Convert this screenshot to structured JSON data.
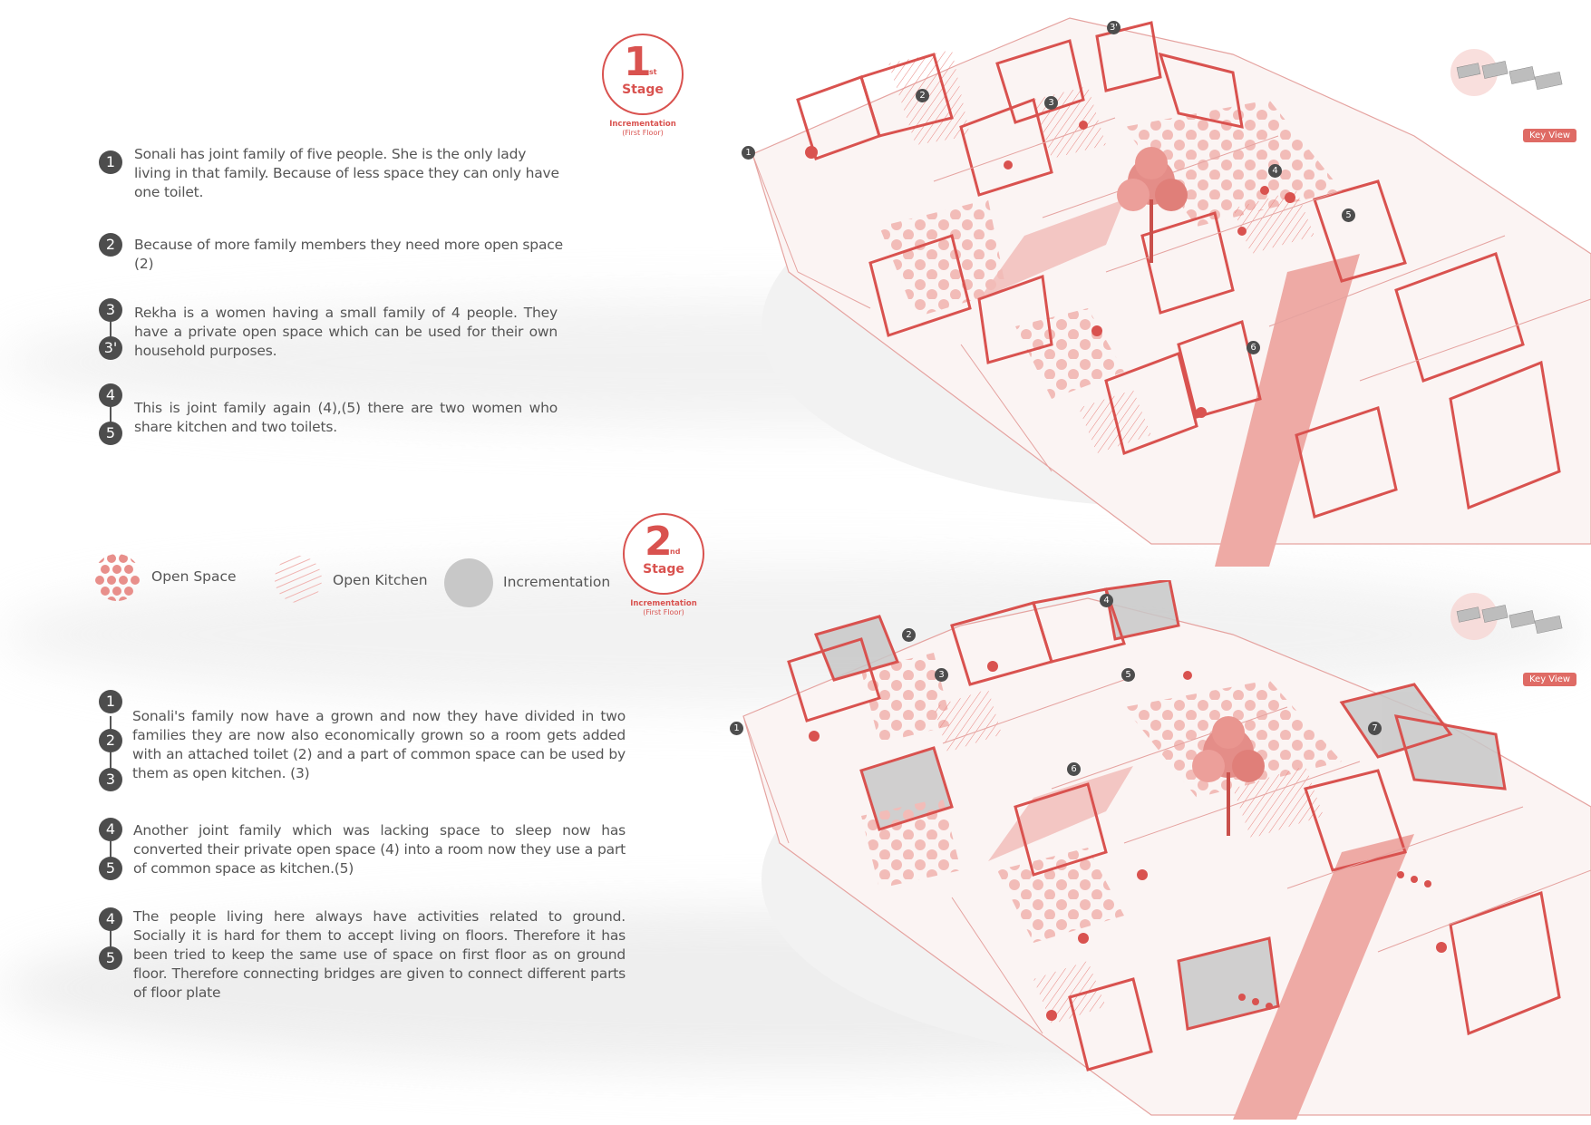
{
  "stage1": {
    "number": "1",
    "suffix": "st",
    "word": "Stage",
    "caption": "Incrementation",
    "sub_caption": "(First Floor)",
    "items": [
      {
        "marker": "1",
        "text": "Sonali has  joint family of five people. She is the only lady living in that family. Because of less space they can only have one toilet."
      },
      {
        "marker": "2",
        "text": "Because of more family members they need more open space (2)"
      },
      {
        "markers": [
          "3",
          "3'"
        ],
        "text": "Rekha is a women having a small family of 4 people. They have a private open space which can be used for their own household purposes."
      },
      {
        "markers": [
          "4",
          "5"
        ],
        "text": "This is joint family  again (4),(5) there are two women who share kitchen and two toilets."
      }
    ]
  },
  "legend": {
    "open_space": "Open Space",
    "open_kitchen": "Open Kitchen",
    "incrementation": "Incrementation"
  },
  "stage2": {
    "number": "2",
    "suffix": "nd",
    "word": "Stage",
    "caption": "Incrementation",
    "sub_caption": "(First Floor)",
    "items": [
      {
        "markers": [
          "1",
          "2",
          "3"
        ],
        "text": "Sonali's family now have a grown and now they have divided in two families they are now also economically grown so a room gets added with an attached toilet (2) and a part of common space can be used by them as open kitchen. (3)"
      },
      {
        "markers": [
          "4",
          "5"
        ],
        "text": "Another joint family which was lacking space to sleep now has converted their private open space (4) into a room now they use a part of common space as kitchen.(5)"
      },
      {
        "markers": [
          "4",
          "5"
        ],
        "text": "The people living here always have activities related to ground. Socially it is hard for them to accept living on floors. Therefore it has been tried to keep the same use of space on first floor as on ground floor. Therefore connecting bridges are given to connect different parts of floor plate"
      }
    ]
  },
  "key_view": "Key View",
  "drawing1_labels": [
    "1",
    "2",
    "3",
    "3'",
    "4",
    "5",
    "6"
  ],
  "drawing2_labels": [
    "1",
    "2",
    "3",
    "4",
    "5",
    "6",
    "7"
  ],
  "colors": {
    "accent": "#d9524f",
    "marker": "#4d4d4d",
    "text": "#555555",
    "incrementation": "#c8c8c8"
  }
}
